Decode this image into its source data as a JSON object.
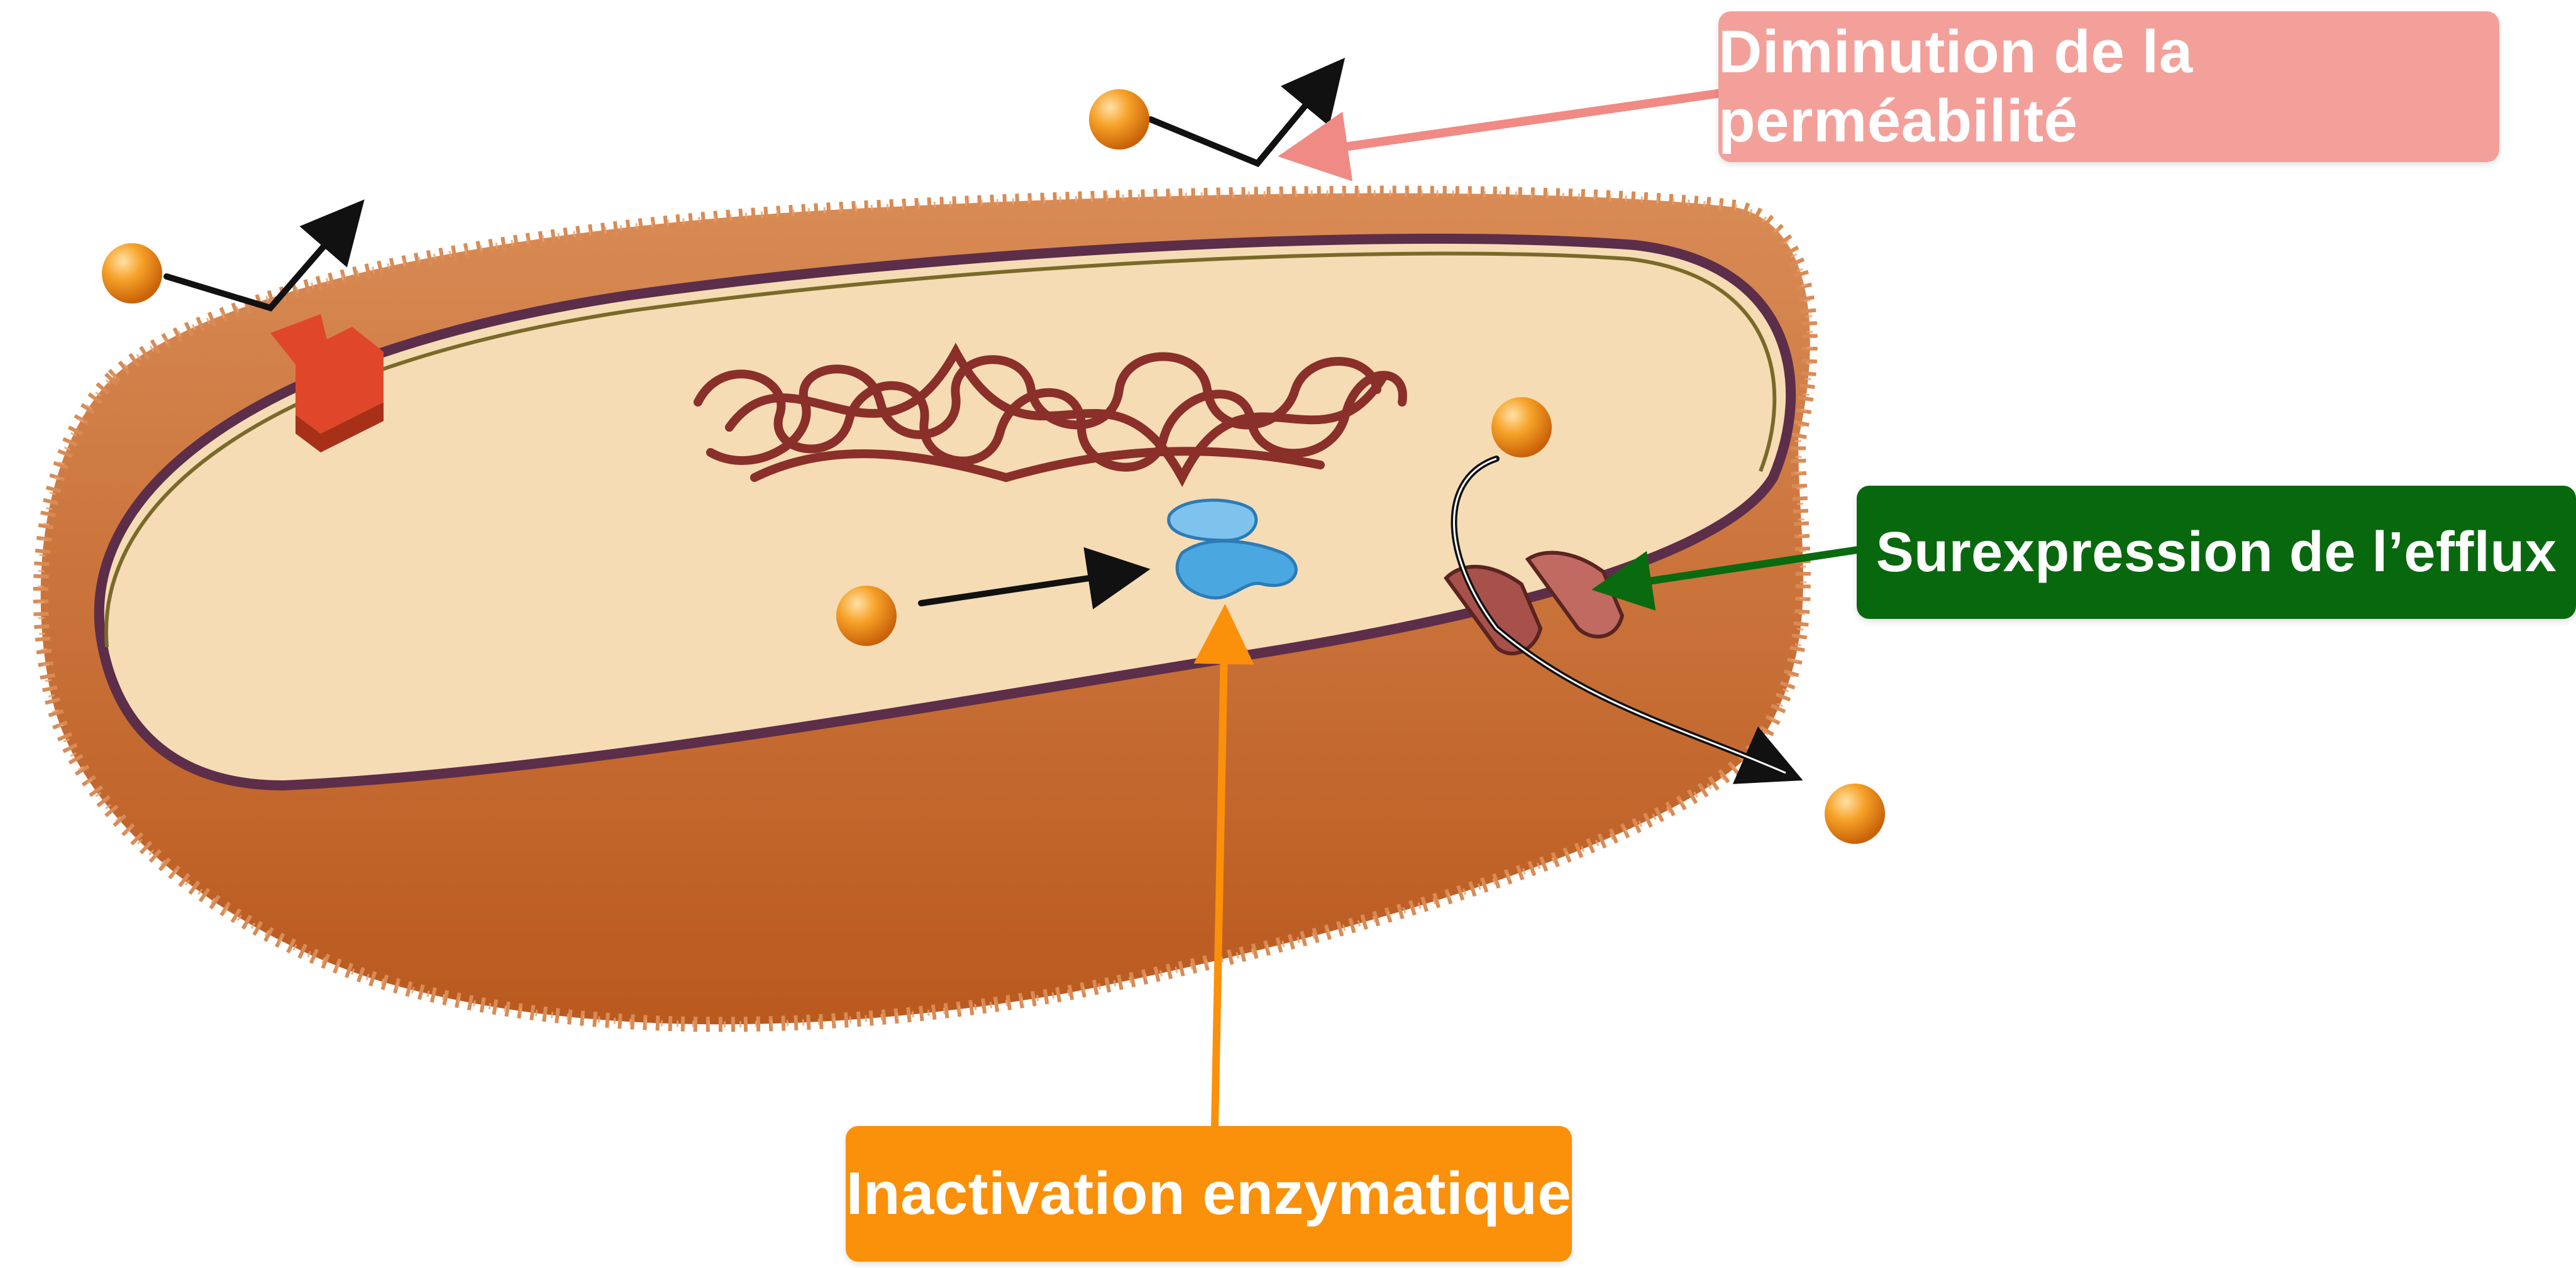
{
  "labels": {
    "permeability": "Diminution de la perméabilité",
    "efflux": "Surexpression de l’efflux",
    "enzymatic": "Inactivation enzymatique"
  },
  "colors": {
    "permeability": "#f4a09a",
    "efflux": "#08680e",
    "enzymatic": "#fb900a",
    "cell_wall": "#c8692a",
    "cytoplasm": "#f5dcb4",
    "dna": "#8a2f2a",
    "target_protein": "#e0472a",
    "enzyme": "#4aa7e0",
    "efflux_pump": "#a8504a",
    "antibiotic": "#f39a1c"
  },
  "icons": [
    "antibiotic-molecule-icon",
    "modified-target-icon",
    "enzyme-icon",
    "efflux-pump-icon",
    "dna-icon"
  ]
}
